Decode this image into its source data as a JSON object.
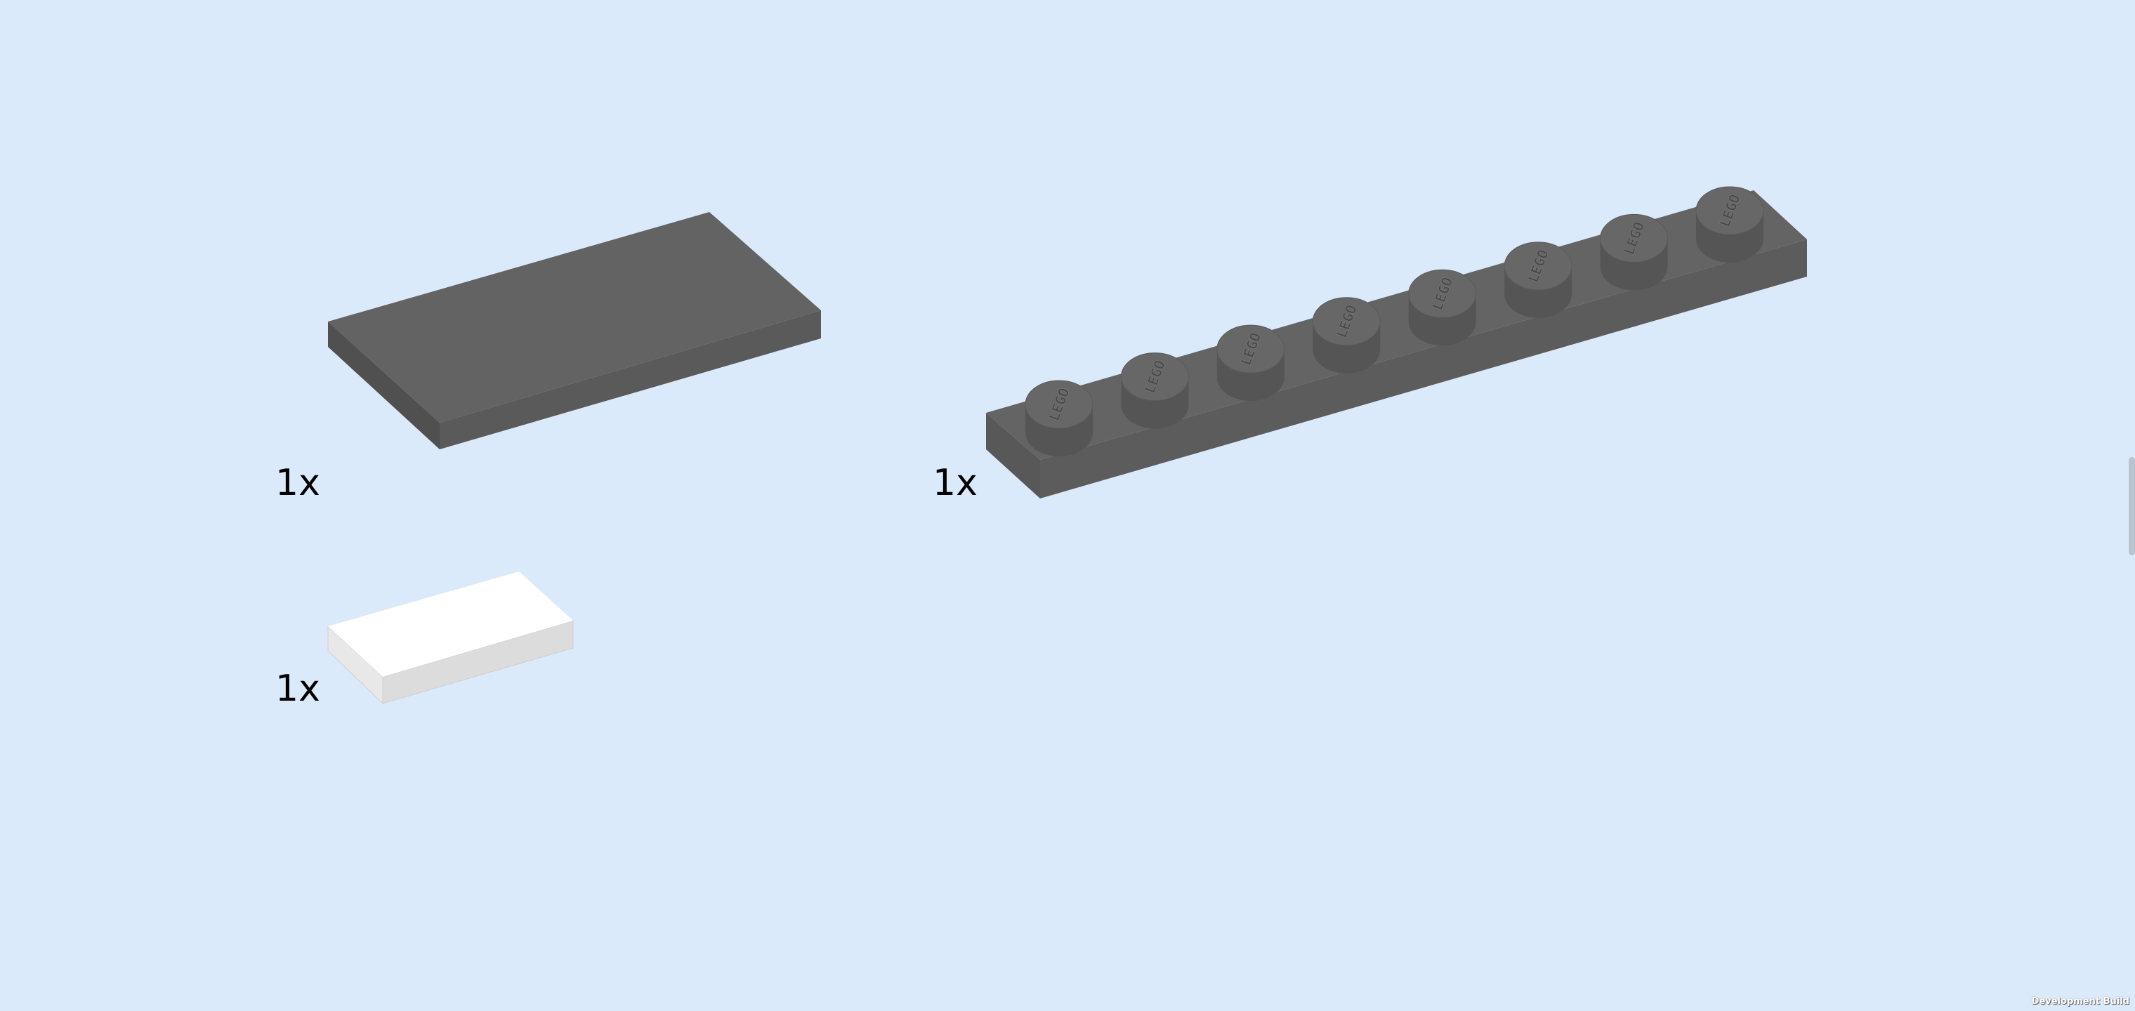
{
  "parts": [
    {
      "name": "tile-2x4",
      "quantity": "1x",
      "color": "#636363"
    },
    {
      "name": "plate-1x8",
      "quantity": "1x",
      "color": "#5f5f5f",
      "studs": 8,
      "stud_text": "LEGO"
    },
    {
      "name": "tile-1x2",
      "quantity": "1x",
      "color": "#ffffff"
    }
  ],
  "footer": {
    "build_label": "Development Build"
  }
}
